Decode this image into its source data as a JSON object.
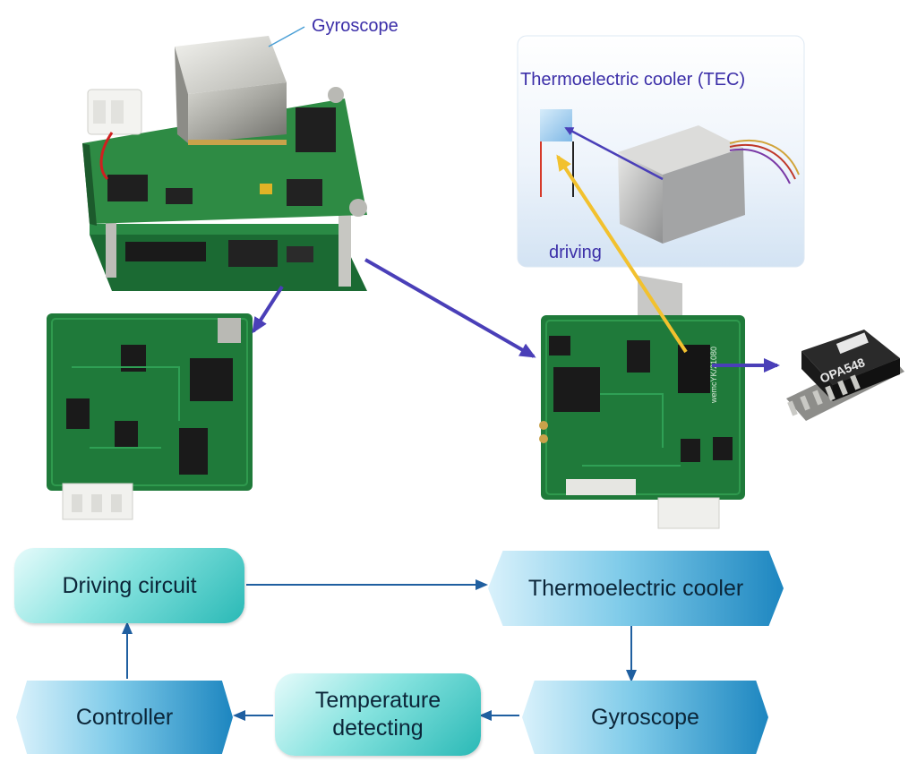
{
  "labels": {
    "gyroscope_callout": "Gyroscope",
    "tec_title": "Thermoelectric  cooler (TEC)",
    "driving": "driving",
    "chip_marking": "OPA548",
    "pcb_marking": "wemcYK/21080"
  },
  "flow": {
    "driving_circuit": "Driving circuit",
    "thermoelectric_cooler": "Thermoelectric cooler",
    "gyroscope": "Gyroscope",
    "temperature_detecting_line1": "Temperature",
    "temperature_detecting_line2": "detecting",
    "controller": "Controller"
  },
  "colors": {
    "label_text": "#3b2ea8",
    "photo_arrow": "#4a3fb8",
    "highlight_arrow": "#f2c12e",
    "flow_arrow": "#1f5fa0",
    "pcb_green": "#1f7a3a",
    "metal": "#a9a9a4"
  }
}
